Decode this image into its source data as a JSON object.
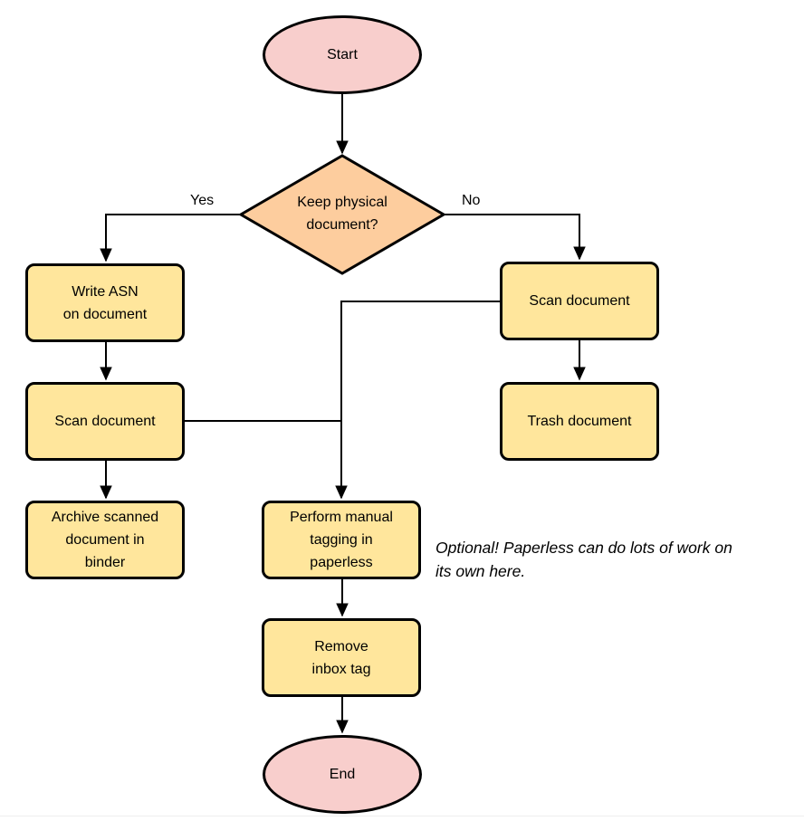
{
  "diagram": {
    "background": "#ffffff",
    "colors": {
      "terminal_fill": "#f8cecc",
      "decision_fill": "#fdcd9e",
      "process_fill": "#ffe69c",
      "stroke": "#000000",
      "connector": "#000000"
    },
    "nodes": {
      "start": {
        "type": "terminal",
        "label": "Start"
      },
      "decision": {
        "type": "decision",
        "label": "Keep physical\ndocument?"
      },
      "write_asn": {
        "type": "process",
        "label": "Write ASN\non document"
      },
      "scan_left": {
        "type": "process",
        "label": "Scan document"
      },
      "archive": {
        "type": "process",
        "label": "Archive scanned\ndocument in\nbinder"
      },
      "scan_right": {
        "type": "process",
        "label": "Scan document"
      },
      "trash": {
        "type": "process",
        "label": "Trash document"
      },
      "tagging": {
        "type": "process",
        "label": "Perform manual\ntagging in\npaperless"
      },
      "remove_tag": {
        "type": "process",
        "label": "Remove\ninbox tag"
      },
      "end": {
        "type": "terminal",
        "label": "End"
      }
    },
    "edge_labels": {
      "yes": "Yes",
      "no": "No"
    },
    "edges": [
      {
        "from": "start",
        "to": "decision"
      },
      {
        "from": "decision",
        "to": "write_asn",
        "label": "Yes"
      },
      {
        "from": "decision",
        "to": "scan_right",
        "label": "No"
      },
      {
        "from": "write_asn",
        "to": "scan_left"
      },
      {
        "from": "scan_left",
        "to": "archive"
      },
      {
        "from": "scan_left",
        "to": "tagging"
      },
      {
        "from": "scan_right",
        "to": "tagging"
      },
      {
        "from": "scan_right",
        "to": "trash"
      },
      {
        "from": "tagging",
        "to": "remove_tag"
      },
      {
        "from": "remove_tag",
        "to": "end"
      }
    ],
    "note": "Optional! Paperless can do lots of work on\nits own here."
  }
}
